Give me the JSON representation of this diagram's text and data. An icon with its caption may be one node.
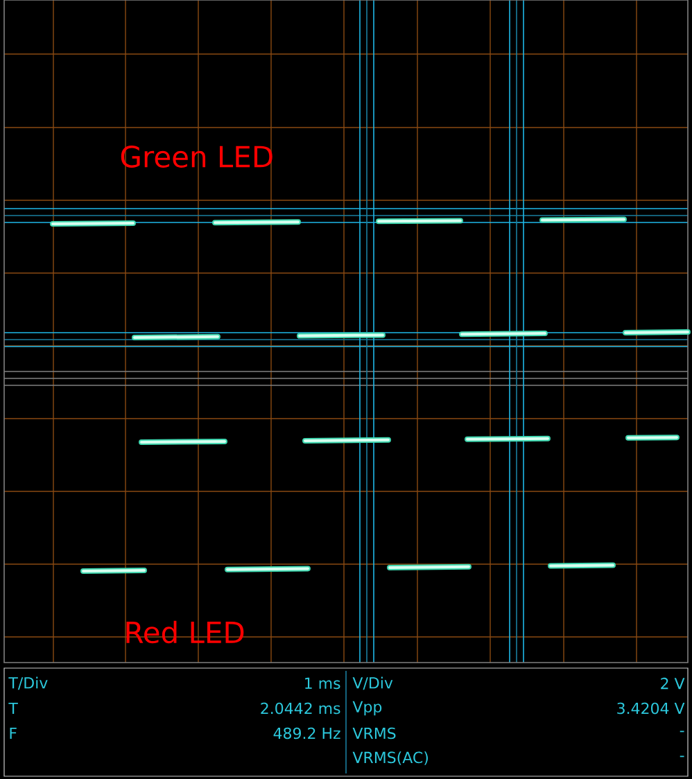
{
  "diagram": {
    "labels": [
      "Green LED",
      "Red LED",
      "T/Div",
      "1 ms",
      "V/Div",
      "2 V",
      "T",
      "2.0442 ms",
      "Vpp",
      "3.4204 V",
      "F",
      "489.2 Hz",
      "VRMS",
      "-",
      "VRMS(AC)",
      "-"
    ]
  }
}
